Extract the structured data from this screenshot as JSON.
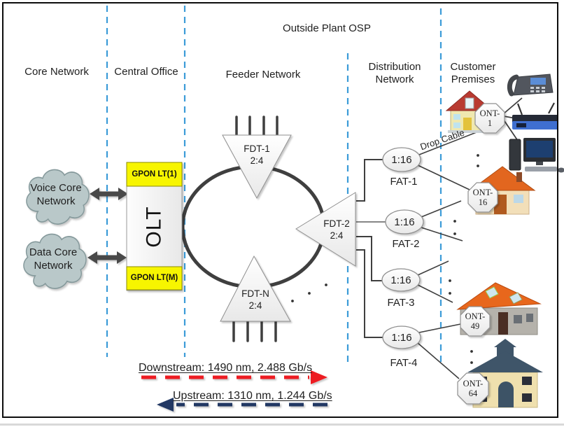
{
  "diagram_title": "Outside Plant OSP",
  "zones": [
    {
      "label": "Core Network"
    },
    {
      "label": "Central Office"
    },
    {
      "label": "Feeder Network"
    },
    {
      "label": "Distribution Network"
    },
    {
      "label": "Customer Premises"
    }
  ],
  "clouds": [
    {
      "label": "Voice Core Network"
    },
    {
      "label": "Data Core Network"
    }
  ],
  "olt": {
    "label": "OLT",
    "cards": [
      {
        "label": "GPON LT(1)"
      },
      {
        "label": "GPON LT(M)"
      }
    ]
  },
  "fdts": [
    {
      "name": "FDT-1",
      "ratio": "2:4"
    },
    {
      "name": "FDT-2",
      "ratio": "2:4"
    },
    {
      "name": "FDT-N",
      "ratio": "2:4"
    }
  ],
  "fats": [
    {
      "ratio": "1:16",
      "name": "FAT-1"
    },
    {
      "ratio": "1:16",
      "name": "FAT-2"
    },
    {
      "ratio": "1:16",
      "name": "FAT-3"
    },
    {
      "ratio": "1:16",
      "name": "FAT-4"
    }
  ],
  "onts": [
    {
      "prefix": "ONT-",
      "number": "1"
    },
    {
      "prefix": "ONT-",
      "number": "16"
    },
    {
      "prefix": "ONT-",
      "number": "49"
    },
    {
      "prefix": "ONT-",
      "number": "64"
    }
  ],
  "drop_cable_label": "Drop Cable",
  "legend": {
    "downstream": "Downstream: 1490 nm, 2.488 Gb/s",
    "upstream": "Upstream: 1310 nm, 1.244 Gb/s"
  },
  "colors": {
    "zone_divider": "#3b9bd8",
    "fiber_ring": "#3f3f3f",
    "downstream_arrow": "#ed1c24",
    "upstream_arrow": "#203864",
    "gpon_card_fill": "#f7f500",
    "cloud_fill": "#b9c8c9"
  },
  "icons": {
    "clouds": [
      "voice-core-cloud-icon",
      "data-core-cloud-icon"
    ],
    "customer_devices": [
      "ip-phone-icon",
      "wifi-router-icon",
      "desktop-computer-icon"
    ],
    "houses": [
      "house-ont1-icon",
      "house-ont16-icon",
      "house-ont49-icon",
      "house-ont64-icon"
    ]
  }
}
